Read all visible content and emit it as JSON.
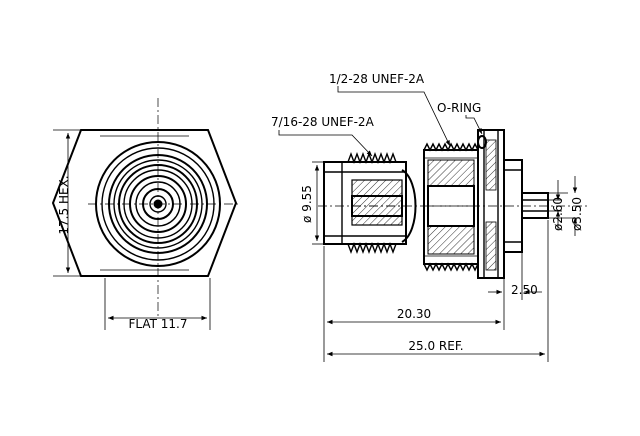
{
  "labels": {
    "thread_large": "1/2-28 UNEF-2A",
    "thread_small": "7/16-28 UNEF-2A",
    "oring": "O-RING",
    "hex": "17.5 HEX.",
    "flat": "FLAT 11.7",
    "dia_body": "ø 9.55",
    "dia_pin": "ø2.60",
    "dia_flange": "ø3.50",
    "len_flange": "2.50",
    "len_body": "20.30",
    "len_ref": "25.0 REF."
  }
}
